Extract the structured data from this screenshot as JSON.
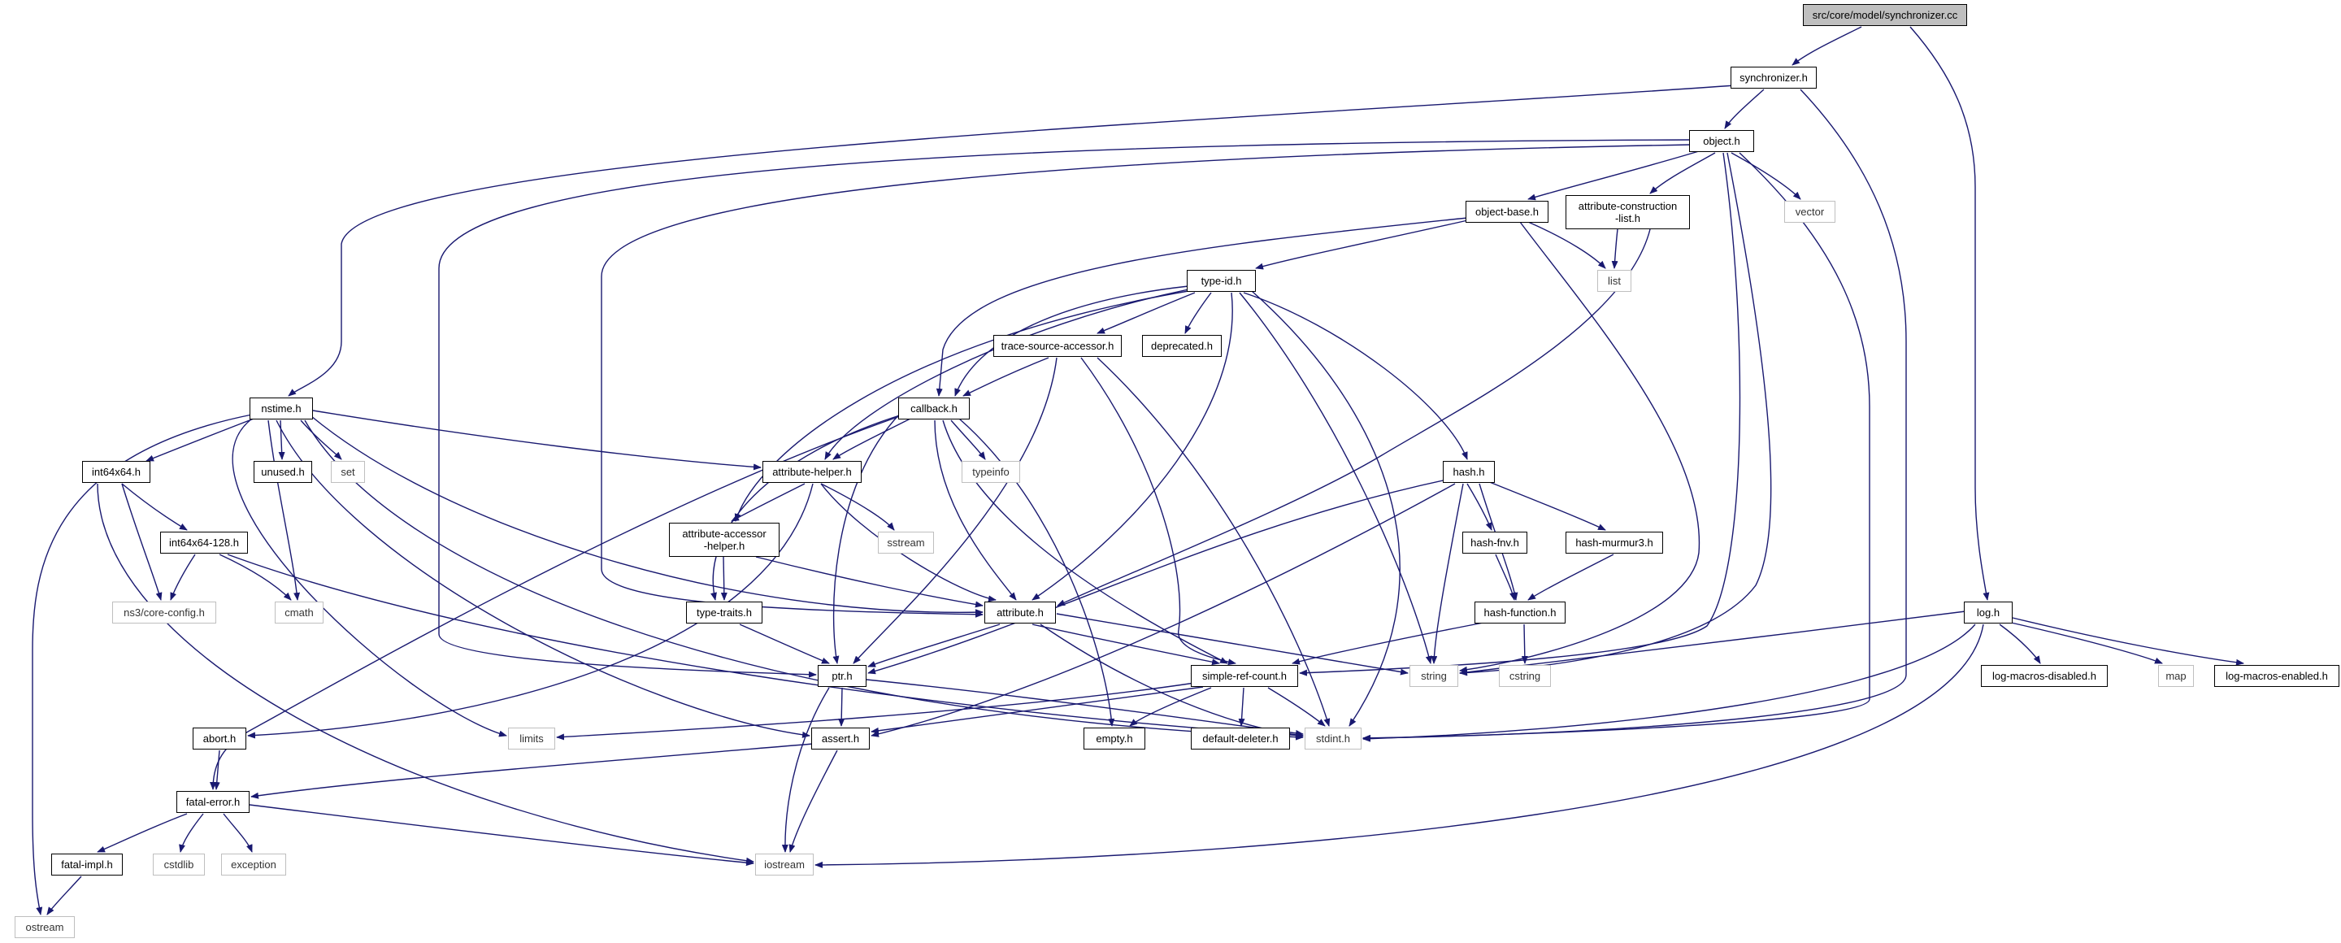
{
  "graph": {
    "root": "src/core/model/synchronizer.cc",
    "colors": {
      "edge": "#191970",
      "project_border": "#000000",
      "system_border": "#bfbfbf",
      "root_fill": "#bfbfbf"
    },
    "nodes": {
      "root": "src/core/model/synchronizer.cc",
      "synchronizer_h": "synchronizer.h",
      "log_h": "log.h",
      "object_h": "object.h",
      "stdint_h": "stdint.h",
      "nstime_h": "nstime.h",
      "object_base_h": "object-base.h",
      "attribute_construction_list_h": "attribute-construction\n-list.h",
      "vector": "vector",
      "list": "list",
      "type_id_h": "type-id.h",
      "trace_source_accessor_h": "trace-source-accessor.h",
      "deprecated_h": "deprecated.h",
      "callback_h": "callback.h",
      "hash_h": "hash.h",
      "typeinfo": "typeinfo",
      "int64x64_h": "int64x64.h",
      "unused_h": "unused.h",
      "set": "set",
      "attribute_helper_h": "attribute-helper.h",
      "int64x64_128_h": "int64x64-128.h",
      "attribute_accessor_helper_h": "attribute-accessor\n-helper.h",
      "sstream": "sstream",
      "hash_fnv_h": "hash-fnv.h",
      "hash_murmur3_h": "hash-murmur3.h",
      "ns3_core_config_h": "ns3/core-config.h",
      "cmath": "cmath",
      "type_traits_h": "type-traits.h",
      "attribute_h": "attribute.h",
      "hash_function_h": "hash-function.h",
      "string": "string",
      "cstring": "cstring",
      "log_macros_disabled_h": "log-macros-disabled.h",
      "map": "map",
      "log_macros_enabled_h": "log-macros-enabled.h",
      "ptr_h": "ptr.h",
      "simple_ref_count_h": "simple-ref-count.h",
      "abort_h": "abort.h",
      "limits": "limits",
      "asert_h": "assert.h",
      "empty_h": "empty.h",
      "default_deleter_h": "default-deleter.h",
      "fatal_error_h": "fatal-error.h",
      "fatal_impl_h": "fatal-impl.h",
      "cstdlib": "cstdlib",
      "exception": "exception",
      "iostream": "iostream",
      "ostream": "ostream"
    }
  }
}
